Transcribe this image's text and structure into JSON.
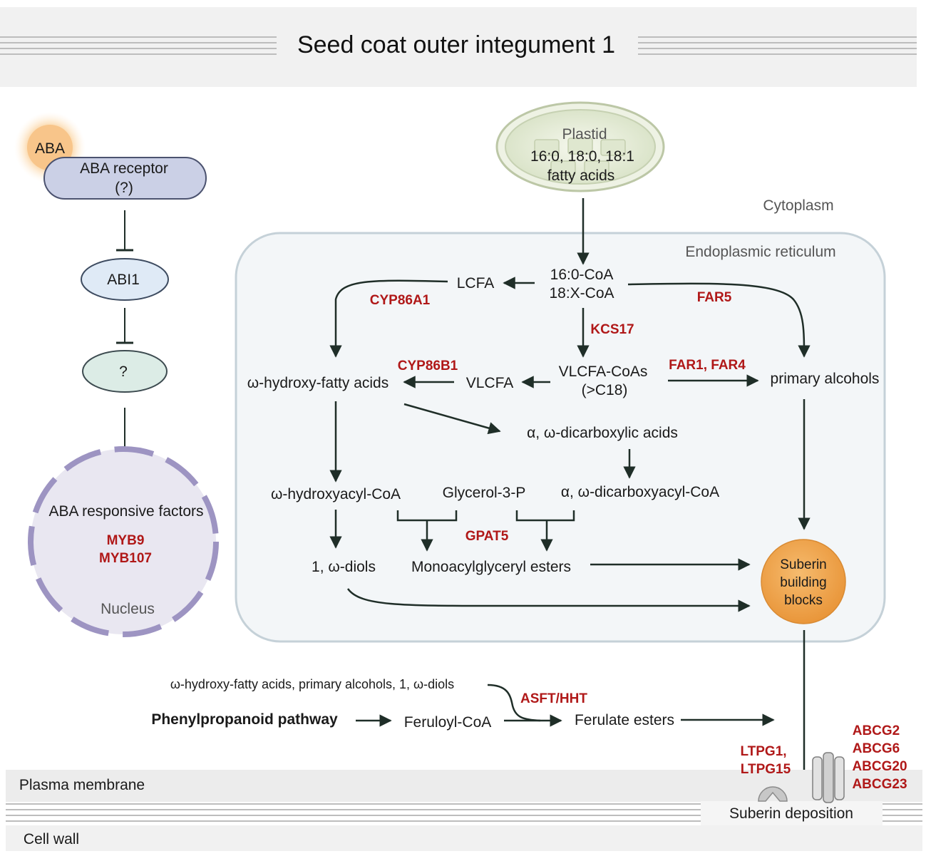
{
  "title": "Seed coat outer integument 1",
  "colors": {
    "gene": "#b01818",
    "arrow": "#1f2e28",
    "er_fill": "#f3f6f8",
    "nucleus": "#9d94c2",
    "suberin": "#eea24a"
  },
  "signaling": {
    "aba": "ABA",
    "receptor_line1": "ABA receptor",
    "receptor_line2": "(?)",
    "abi1": "ABI1",
    "unknown": "?",
    "responsive_factors": "ABA responsive factors",
    "myb9": "MYB9",
    "myb107": "MYB107",
    "nucleus": "Nucleus"
  },
  "plastid": {
    "label": "Plastid",
    "line1": "16:0, 18:0, 18:1",
    "line2": "fatty  acids"
  },
  "compartments": {
    "cytoplasm": "Cytoplasm",
    "er": "Endoplasmic reticulum",
    "plasma_membrane": "Plasma membrane",
    "cell_wall": "Cell wall"
  },
  "metabolites": {
    "coa_line1": "16:0-CoA",
    "coa_line2": "18:X-CoA",
    "lcfa": "LCFA",
    "vlcfa_coas_line1": "VLCFA-CoAs",
    "vlcfa_coas_line2": "(>C18)",
    "vlcfa": "VLCFA",
    "hydroxy_fatty_acids": "ω-hydroxy-fatty  acids",
    "primary_alcohols": "primary alcohols",
    "dicarboxylic_acids": "α,  ω-dicarboxylic acids",
    "hydroxyacyl_coa": "ω-hydroxyacyl-CoA",
    "glycerol3p": "Glycerol-3-P",
    "dicarboxyacyl_coa": "α,  ω-dicarboxyacyl-CoA",
    "diols": "1, ω-diols",
    "monoacylglyceryl_esters": "Monoacylglyceryl  esters",
    "suberin_line1": "Suberin",
    "suberin_line2": "building",
    "suberin_line3": "blocks",
    "ferulate_substrates": "ω-hydroxy-fatty acids, primary alcohols, 1, ω-diols",
    "phenylpropanoid": "Phenylpropanoid  pathway",
    "feruloyl_coa": "Feruloyl-CoA",
    "ferulate_esters": "Ferulate esters",
    "suberin_deposition": "Suberin deposition"
  },
  "genes": {
    "cyp86a1": "CYP86A1",
    "far5": "FAR5",
    "kcs17": "KCS17",
    "cyp86b1": "CYP86B1",
    "far1_far4": "FAR1, FAR4",
    "gpat5": "GPAT5",
    "asft_hht": "ASFT/HHT",
    "ltpg1": "LTPG1,",
    "ltpg15": "LTPG15",
    "abcg2": "ABCG2",
    "abcg6": "ABCG6",
    "abcg20": "ABCG20",
    "abcg23": "ABCG23"
  }
}
